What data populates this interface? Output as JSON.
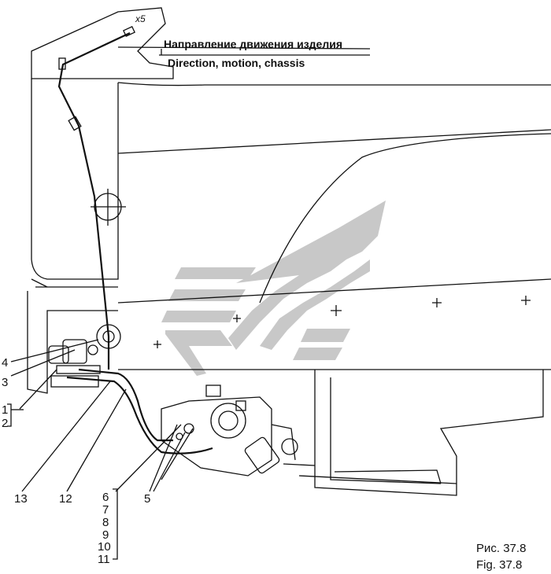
{
  "header": {
    "russian": "Направление движения изделия",
    "english": "Direction, motion, chassis"
  },
  "connector_tag": "x5",
  "callouts": {
    "c1": "1",
    "c2": "2",
    "c3": "3",
    "c4": "4",
    "c5": "5",
    "c6": "6",
    "c7": "7",
    "c8": "8",
    "c9": "9",
    "c10": "10",
    "c11": "11",
    "c12": "12",
    "c13": "13"
  },
  "caption": {
    "russian": "Рис. 37.8",
    "english": "Fig. 37.8"
  },
  "colors": {
    "line": "#111111",
    "watermark": "#c8c8c8"
  }
}
